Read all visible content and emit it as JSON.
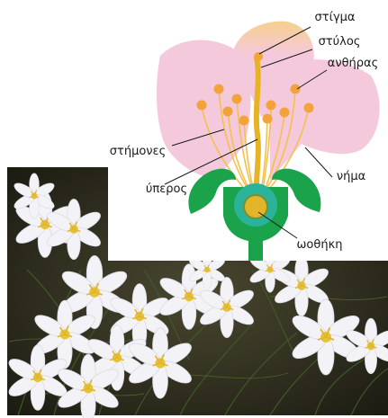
{
  "diagram": {
    "labels": {
      "stigma": "στίγμα",
      "style": "στύλος",
      "anthers": "ανθήρας",
      "stamens": "στήμονες",
      "filament": "νήμα",
      "pistil": "ύπερος",
      "ovary": "ωοθήκη"
    },
    "colors": {
      "petal": "#f5c9dc",
      "petal_tip": "#f6cf8e",
      "anther": "#f2a33a",
      "filament": "#f5c04a",
      "style": "#e6b325",
      "sepal": "#1aa34a",
      "ovary_ring": "#2bb39a",
      "ovary_core": "#e3b52a",
      "photo_bg": "#2b2a1c",
      "flower_petal": "#f4f4f8"
    }
  }
}
